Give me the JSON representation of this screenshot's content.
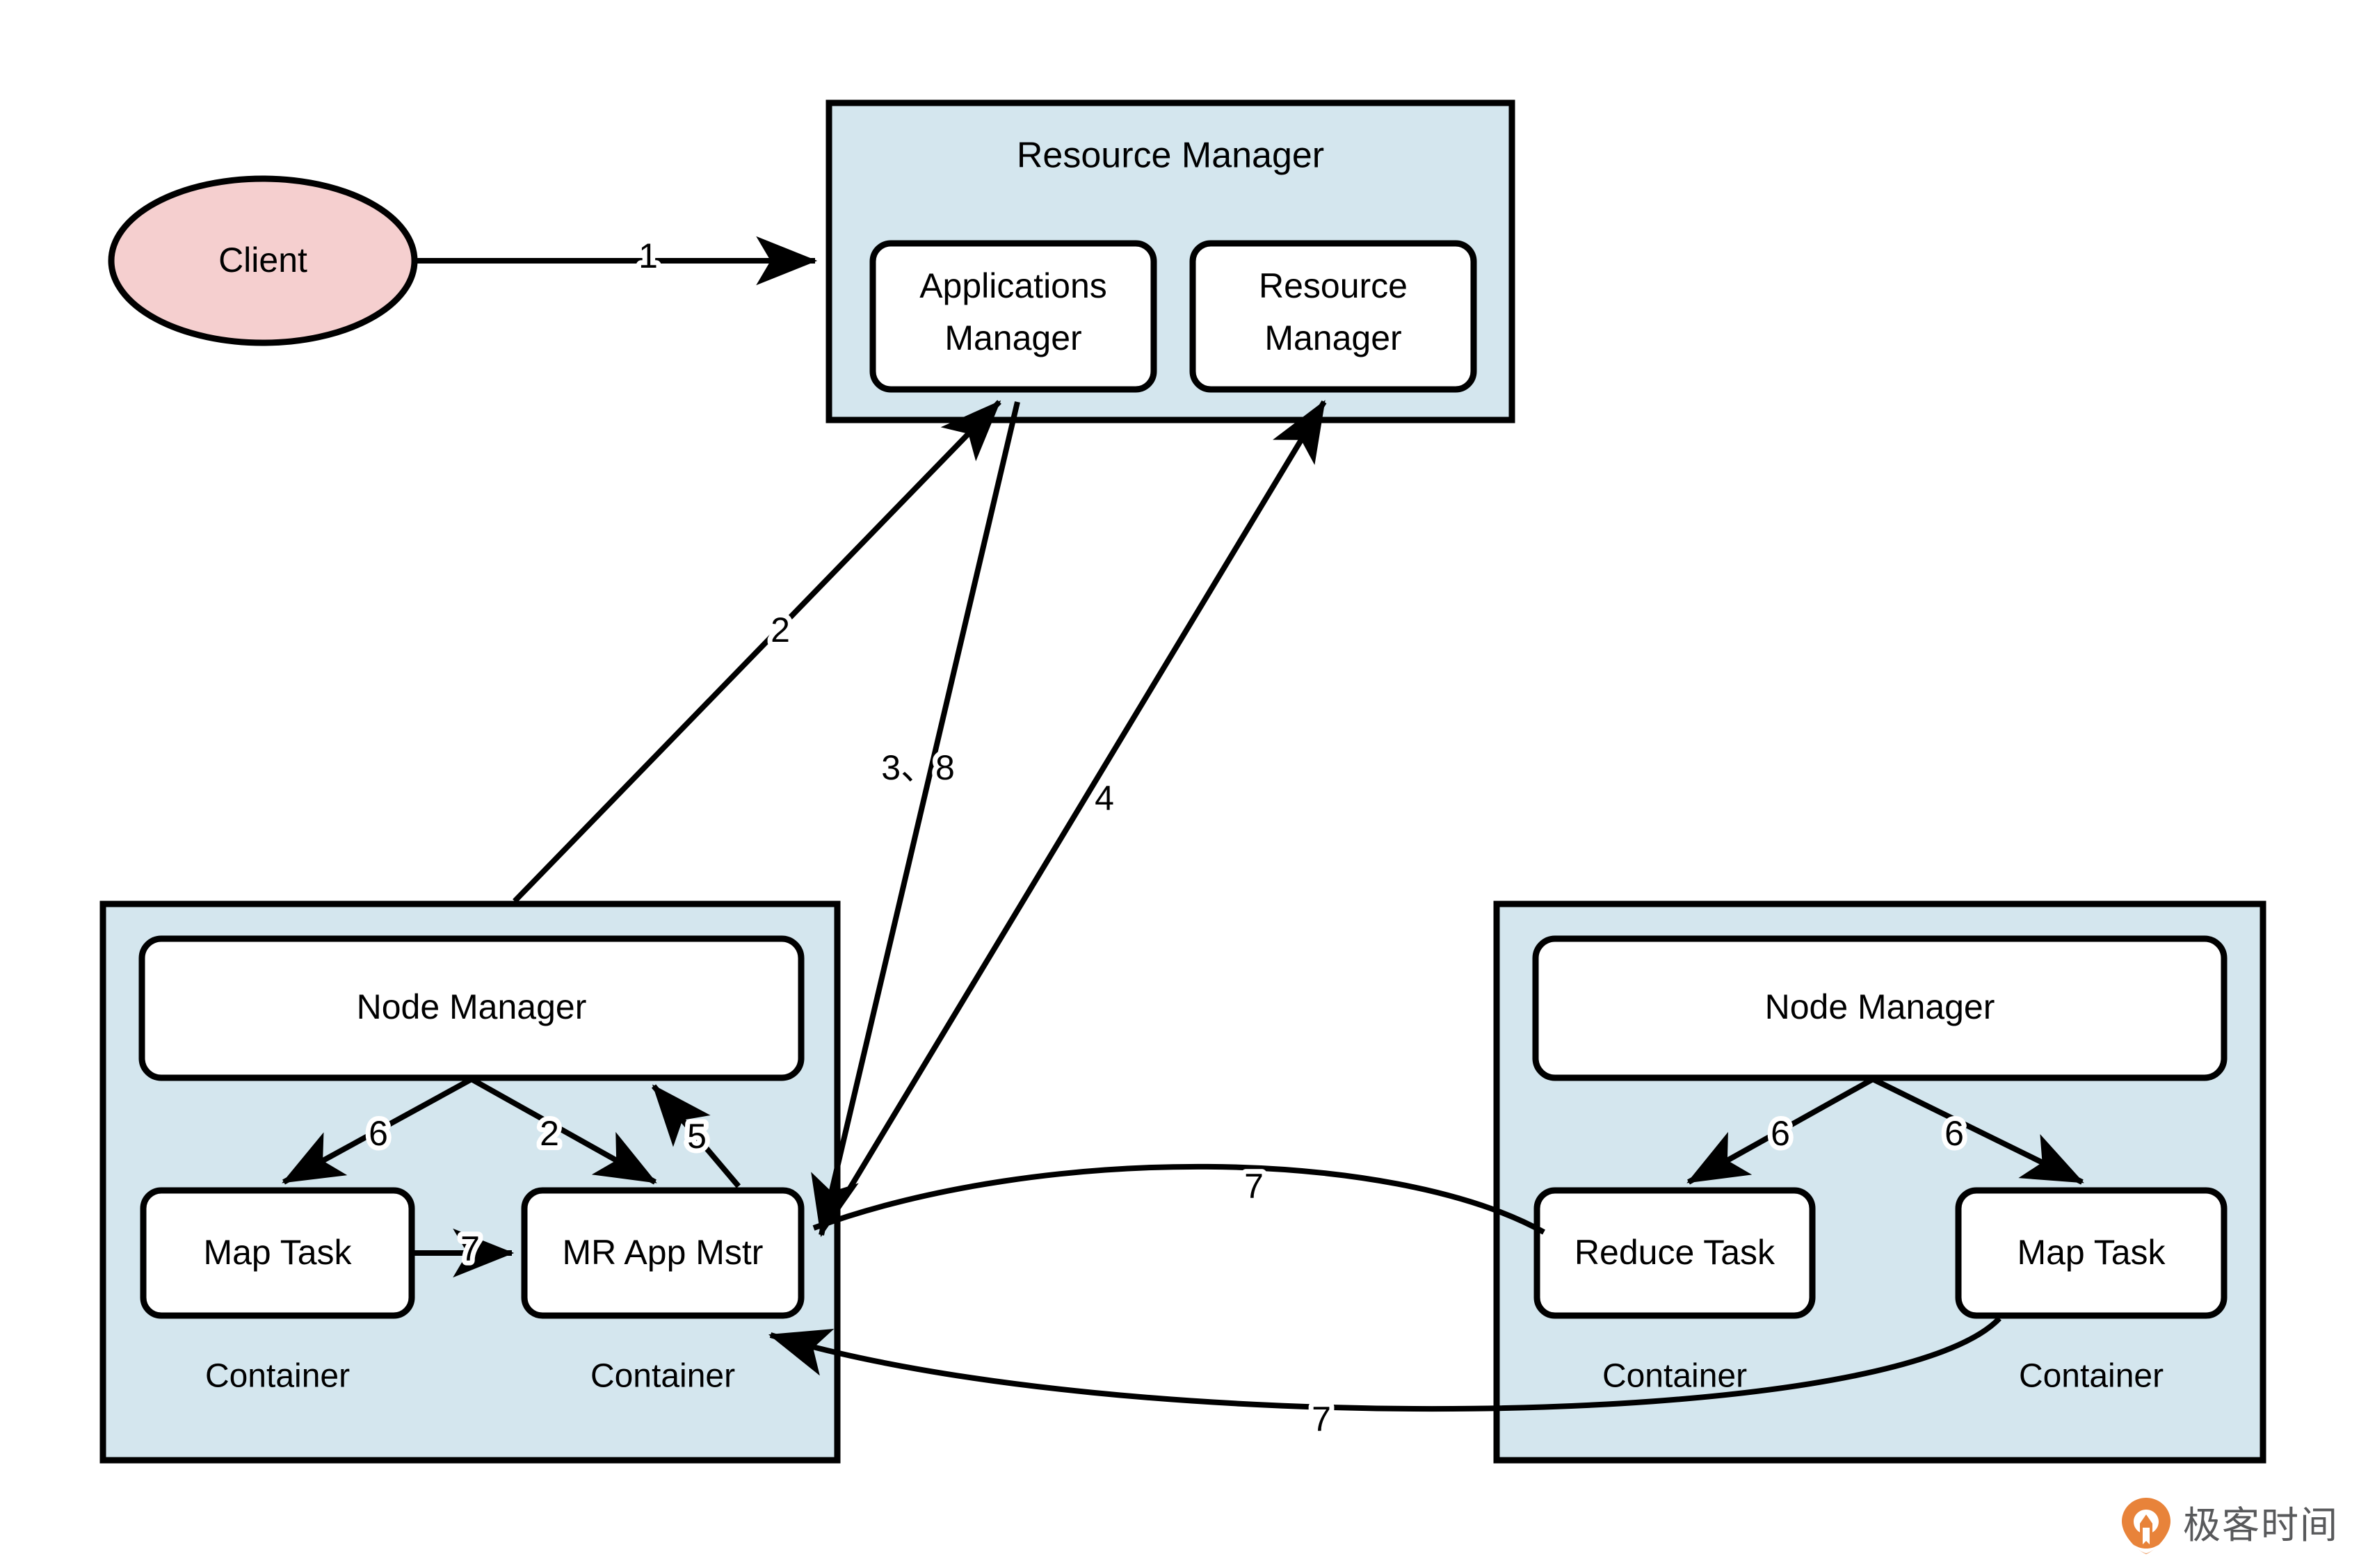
{
  "diagram": {
    "title": "YARN MapReduce Job Execution Flow",
    "colors": {
      "container_fill": "#d4e6ee",
      "client_fill": "#f5cfcf",
      "box_fill": "#ffffff",
      "stroke": "#000000",
      "brand_orange": "#e8833a",
      "brand_gray": "#58595b"
    },
    "client": {
      "label": "Client"
    },
    "resource_manager_group": {
      "title": "Resource Manager",
      "children": [
        {
          "label_line1": "Applications",
          "label_line2": "Manager"
        },
        {
          "label_line1": "Resource",
          "label_line2": "Manager"
        }
      ]
    },
    "node_left": {
      "node_manager_label": "Node Manager",
      "tasks": [
        {
          "label": "Map Task",
          "container_label": "Container"
        },
        {
          "label": "MR App Mstr",
          "container_label": "Container"
        }
      ]
    },
    "node_right": {
      "node_manager_label": "Node Manager",
      "tasks": [
        {
          "label": "Reduce Task",
          "container_label": "Container"
        },
        {
          "label": "Map Task",
          "container_label": "Container"
        }
      ]
    },
    "edge_labels": {
      "client_to_rm": "1",
      "nm_left_to_appsmanager": "2",
      "nm_to_mrappmstr": "2",
      "mrappmstr_to_appsmanager": "3、8",
      "mrappmstr_to_rm": "4",
      "mrappmstr_to_nm": "5",
      "nm_to_maptask_left": "6",
      "nm_to_reducetask": "6",
      "nm_to_maptask_right": "6",
      "maptask_to_mrappmstr": "7",
      "shuffle_top": "7",
      "shuffle_bottom": "7"
    },
    "brand": {
      "name": "极客时间",
      "icon": "location-pin-icon"
    }
  }
}
